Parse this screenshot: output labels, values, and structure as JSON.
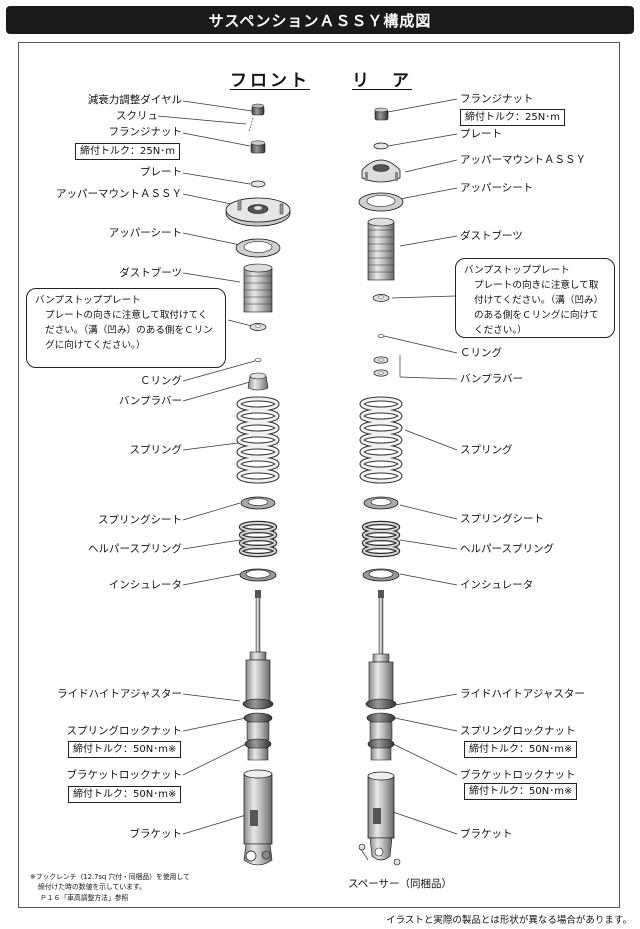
{
  "title": "サスペンションＡＳＳＹ構成図",
  "headings": {
    "front": "フロント",
    "rear": "リ　ア"
  },
  "front": {
    "damping_dial": "減衰力調整ダイヤル",
    "screw": "スクリュ",
    "flange_nut": "フランジナット",
    "torque_25": "締付トルク：25N･m",
    "plate": "プレート",
    "upper_mount": "アッパーマウントＡＳＳＹ",
    "upper_seat": "アッパーシート",
    "dust_boot": "ダストブーツ",
    "c_ring": "Ｃリング",
    "bump_rubber": "バンプラバー",
    "spring": "スプリング",
    "spring_seat": "スプリングシート",
    "helper_spring": "ヘルパースプリング",
    "insulator": "インシュレータ",
    "ride_height": "ライドハイトアジャスター",
    "spring_lock_nut": "スプリングロックナット",
    "torque_50a": "締付トルク：50N･m※",
    "bracket_lock_nut": "ブラケットロックナット",
    "torque_50b": "締付トルク：50N･m※",
    "bracket": "ブラケット"
  },
  "front_note": {
    "title": "バンプストッププレート",
    "body": "プレートの向きに注意して取付けてください。（溝（凹み）のある側をＣリングに向けてください。）"
  },
  "rear": {
    "flange_nut": "フランジナット",
    "torque_25": "締付トルク：25N･m",
    "plate": "プレート",
    "upper_mount": "アッパーマウントＡＳＳＹ",
    "upper_seat": "アッパーシート",
    "dust_boot": "ダストブーツ",
    "c_ring": "Ｃリング",
    "bump_rubber": "バンプラバー",
    "spring": "スプリング",
    "spring_seat": "スプリングシート",
    "helper_spring": "ヘルパースプリング",
    "insulator": "インシュレータ",
    "ride_height": "ライドハイトアジャスター",
    "spring_lock_nut": "スプリングロックナット",
    "torque_50a": "締付トルク：50N･m※",
    "bracket_lock_nut": "ブラケットロックナット",
    "torque_50b": "締付トルク：50N･m※",
    "bracket": "ブラケット",
    "spacer": "スペーサー（同梱品）"
  },
  "rear_note": {
    "title": "バンプストッププレート",
    "body": "プレートの向きに注意して取付けてください。（溝（凹み）のある側をＣリングに向けてください。）"
  },
  "footnote": {
    "line1": "※フックレンチ（12.7sq 穴付・同梱品）を使用して",
    "line2": "締付けた時の数値を示しています。",
    "line3": "Ｐ１６「車高調整方法」参照"
  },
  "disclaimer": "イラストと実際の製品とは形状が異なる場合があります。"
}
